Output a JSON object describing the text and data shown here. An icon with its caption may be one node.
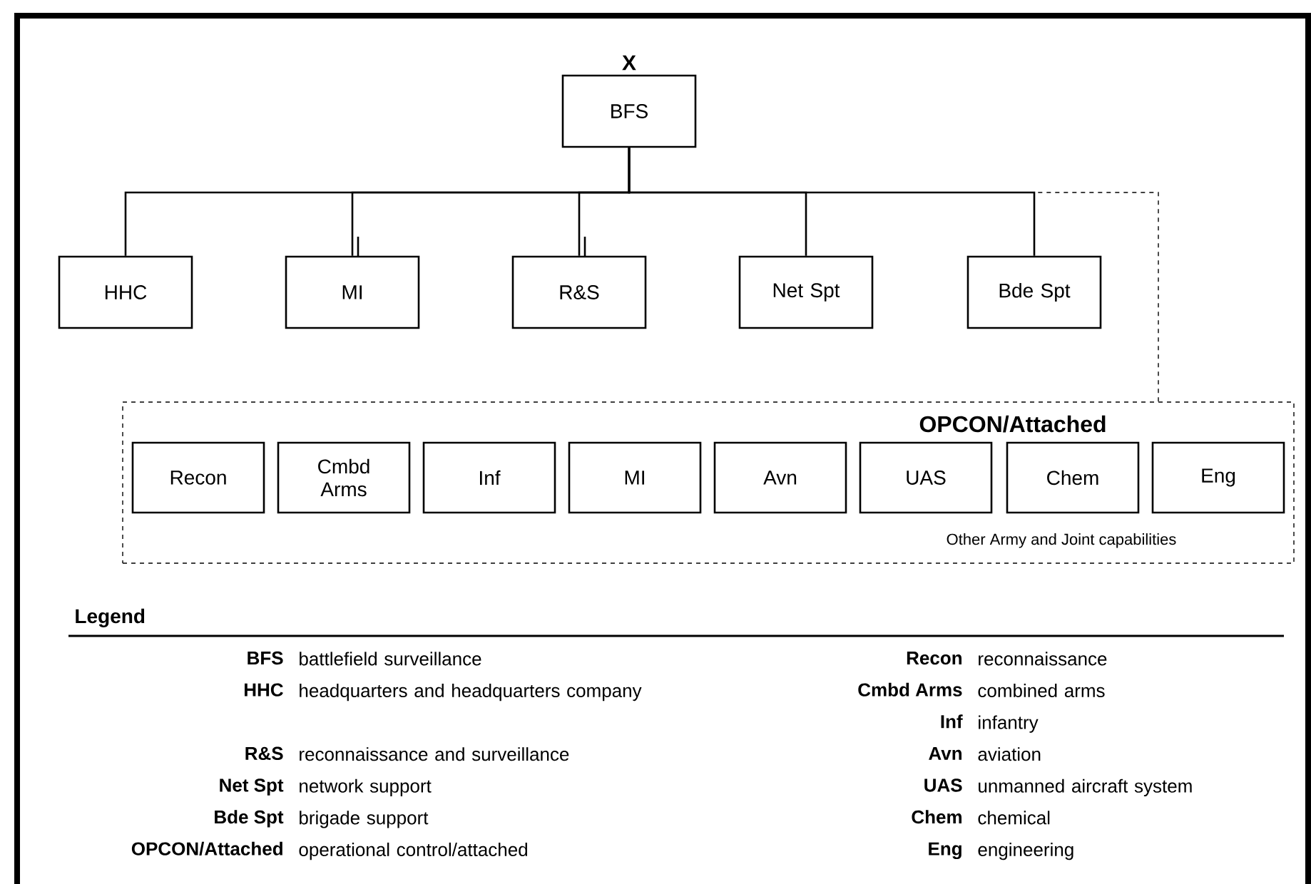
{
  "diagram": {
    "nodes": [
      {
        "text": [
          "BFS"
        ],
        "beside": [
          "X"
        ]
      },
      {
        "text": [
          "HHC"
        ]
      },
      {
        "text": [
          "MI"
        ]
      },
      {
        "text": [
          "R&S"
        ]
      },
      {
        "text": [
          "Net Spt"
        ]
      },
      {
        "text": [
          "Bde Spt"
        ]
      },
      {
        "text": [
          "OPCON/Attached",
          "Other Army and Joint capabilities"
        ]
      },
      {
        "text": [
          "Recon"
        ],
        "in": 6
      },
      {
        "text": [
          "Cmbd Arms"
        ],
        "in": 6
      },
      {
        "text": [
          "Inf"
        ],
        "in": 6
      },
      {
        "text": [
          "MI"
        ],
        "in": 6
      },
      {
        "text": [
          "Avn"
        ],
        "in": 6
      },
      {
        "text": [
          "UAS"
        ],
        "in": 6
      },
      {
        "text": [
          "Chem"
        ],
        "in": 6
      },
      {
        "text": [
          "Eng"
        ],
        "in": 6
      }
    ],
    "edges": [
      {
        "from": 0,
        "to": 1,
        "arrow": "none"
      },
      {
        "from": 0,
        "to": 2,
        "arrow": "none"
      },
      {
        "from": 0,
        "to": 3,
        "arrow": "none"
      },
      {
        "from": 0,
        "to": 4,
        "arrow": "none"
      },
      {
        "from": 0,
        "to": 5,
        "arrow": "none"
      },
      {
        "from": 0,
        "to": 6,
        "arrow": "none",
        "style": "dashed"
      }
    ],
    "labels": [
      "Legend",
      "BFS",
      "battlefield surveillance",
      "HHC",
      "headquarters and headquarters company",
      "R&S",
      "reconnaissance and surveillance",
      "Net Spt",
      "network support",
      "Bde Spt",
      "brigade support",
      "OPCON/Attached",
      "operational control/attached",
      "Recon",
      "reconnaissance",
      "Cmbd Arms",
      "combined arms",
      "Inf",
      "infantry",
      "Avn",
      "aviation",
      "UAS",
      "unmanned aircraft system",
      "Chem",
      "chemical",
      "Eng",
      "engineering"
    ]
  }
}
